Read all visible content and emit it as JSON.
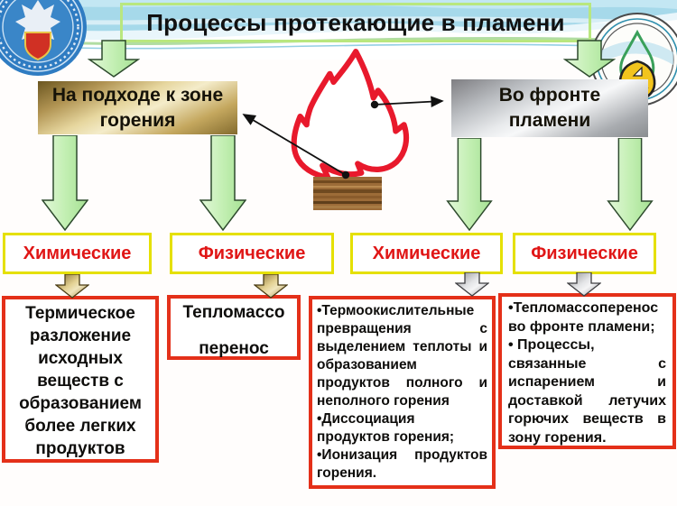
{
  "title": "Процессы протекающие в пламени",
  "phase_boxes": [
    {
      "label": "На подходе к зоне горения",
      "style": "gold"
    },
    {
      "label": "Во фронте пламени",
      "style": "silver"
    }
  ],
  "process_types": [
    {
      "label": "Химические"
    },
    {
      "label": "Физические"
    },
    {
      "label": "Химические"
    },
    {
      "label": "Физические"
    }
  ],
  "detail_boxes": [
    {
      "paragraphs": [
        "Термическое разложение исходных веществ с образованием более легких продуктов"
      ]
    },
    {
      "paragraphs": [
        "Тепломассо",
        "перенос"
      ]
    },
    {
      "paragraphs": [
        "•Термоокислительные превращения с выделением теплоты и образованием продуктов полного и неполного горения",
        "•Диссоциация продуктов горения;",
        "•Ионизация продуктов горения."
      ]
    },
    {
      "paragraphs": [
        "•Тепломассоперенос во фронте пламени;",
        "• Процессы,",
        "связанные с испарением и доставкой летучих горючих веществ в зону горения."
      ]
    }
  ],
  "icons": {
    "flame": "flame-icon",
    "wood": "wood-log-icon",
    "left_emblem": "university-emblem-icon",
    "right_emblem": "fire-academy-emblem-icon",
    "down_arrows": "green-down-arrow-icon"
  },
  "colors": {
    "red_box_border": "#e43019",
    "yellow_box_border": "#e5e000",
    "type_text_red": "#e01616",
    "green_arrow_fill": "#c3efb3",
    "gold_box_mid": "#e6d69e",
    "silver_box_mid": "#c9ccd0",
    "flame_red": "#e8192c",
    "header_blue": "#a6d9ea",
    "title_border_green": "#b9e77f"
  }
}
